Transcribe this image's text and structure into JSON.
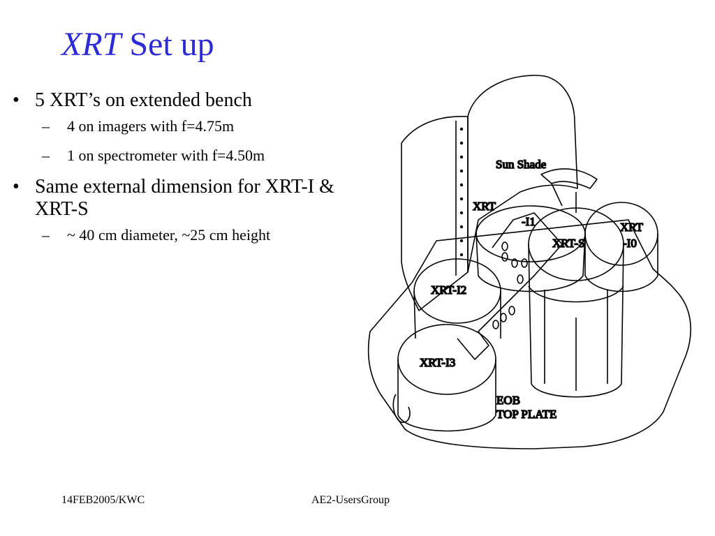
{
  "title": {
    "italic": "XRT",
    "rest": "Set up"
  },
  "bullets": [
    {
      "text": "5 XRT’s on extended bench",
      "marker": "•"
    },
    {
      "text": "4 on imagers with f=4.75m",
      "marker": "–"
    },
    {
      "text": "1 on spectrometer with f=4.50m",
      "marker": "–"
    },
    {
      "text": "Same external dimension for XRT-I & XRT-S",
      "marker": "•"
    },
    {
      "text": "~ 40 cm diameter, ~25 cm height",
      "marker": "–"
    }
  ],
  "diagram": {
    "labels": {
      "sun_shade": "Sun Shade",
      "xrt": "XRT",
      "i1": "-I1",
      "xrt_s": "XRT-S",
      "xrt_i0_line1": "XRT",
      "xrt_i0_line2": "-I0",
      "xrt_i2": "XRT-I2",
      "xrt_i3": "XRT-I3",
      "eob": "EOB",
      "top_plate": "TOP PLATE"
    }
  },
  "footer": {
    "left": "14FEB2005/KWC",
    "center": "AE2-UsersGroup"
  }
}
